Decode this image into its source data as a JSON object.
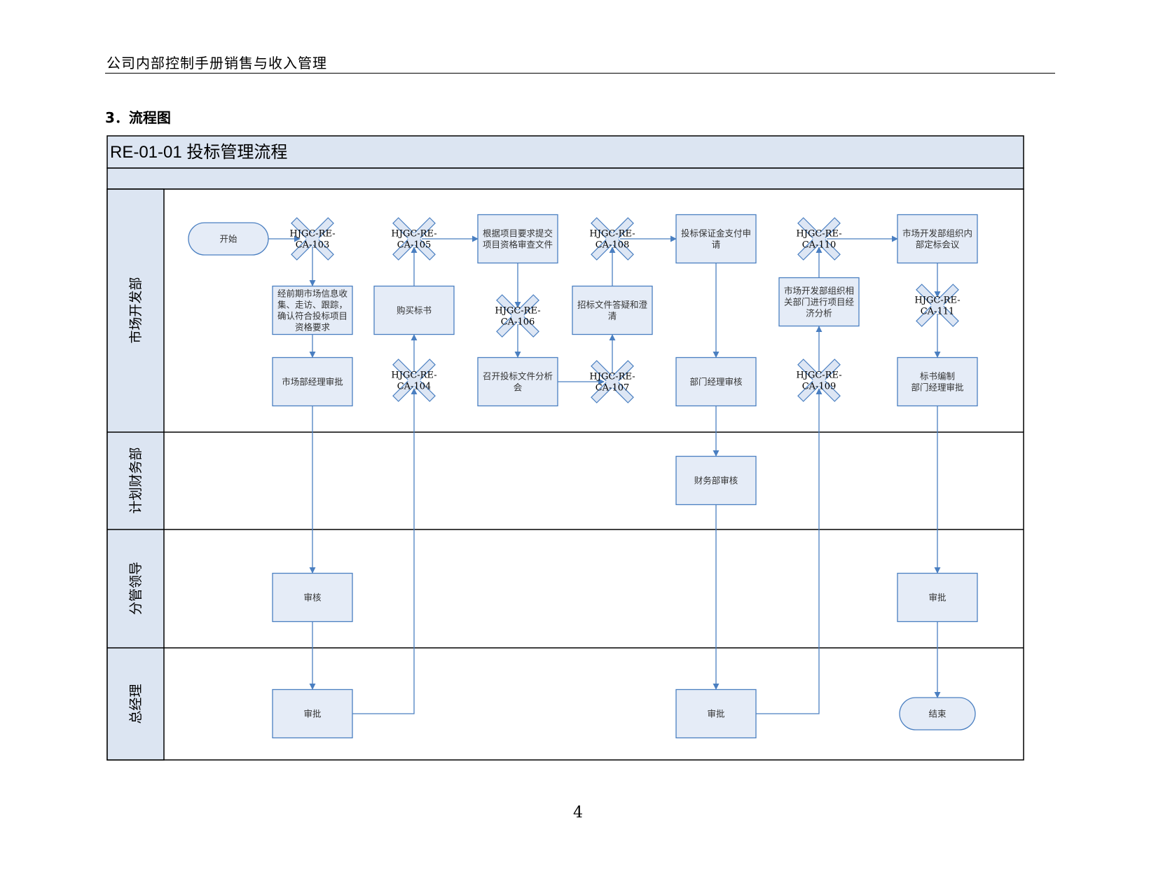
{
  "header": {
    "running_title": "公司内部控制手册销售与收入管理",
    "section_heading": "3．流程图",
    "page_number": "4"
  },
  "diagram": {
    "title": "RE-01-01 投标管理流程",
    "lanes": [
      {
        "id": "market",
        "label": "市场开发部"
      },
      {
        "id": "finance",
        "label": "计划财务部"
      },
      {
        "id": "leader",
        "label": "分管领导"
      },
      {
        "id": "gm",
        "label": "总经理"
      }
    ],
    "nodes": [
      {
        "id": "start",
        "type": "terminal",
        "lane": "market",
        "lines": [
          "开始"
        ]
      },
      {
        "id": "c103",
        "type": "control",
        "lane": "market",
        "lines": [
          "HJGC-RE-",
          "CA-103"
        ]
      },
      {
        "id": "collect",
        "type": "process",
        "lane": "market",
        "lines": [
          "经前期市场信息收",
          "集、走访、跟踪，",
          "确认符合投标项目",
          "资格要求"
        ]
      },
      {
        "id": "mkt_mgr",
        "type": "process",
        "lane": "market",
        "lines": [
          "市场部经理审批"
        ]
      },
      {
        "id": "leader_review",
        "type": "process",
        "lane": "leader",
        "lines": [
          "审核"
        ]
      },
      {
        "id": "gm_approve1",
        "type": "process",
        "lane": "gm",
        "lines": [
          "审批"
        ]
      },
      {
        "id": "c104",
        "type": "control",
        "lane": "market",
        "lines": [
          "HJGC-RE-",
          "CA-104"
        ]
      },
      {
        "id": "buy",
        "type": "process",
        "lane": "market",
        "lines": [
          "购买标书"
        ]
      },
      {
        "id": "c105",
        "type": "control",
        "lane": "market",
        "lines": [
          "HJGC-RE-",
          "CA-105"
        ]
      },
      {
        "id": "submit",
        "type": "process",
        "lane": "market",
        "lines": [
          "根据项目要求提交",
          "项目资格审查文件"
        ]
      },
      {
        "id": "c106",
        "type": "control",
        "lane": "market",
        "lines": [
          "HJGC-RE-",
          "CA-106"
        ]
      },
      {
        "id": "meeting",
        "type": "process",
        "lane": "market",
        "lines": [
          "召开投标文件分析",
          "会"
        ]
      },
      {
        "id": "c107",
        "type": "control",
        "lane": "market",
        "lines": [
          "HJGC-RE-",
          "CA-107"
        ]
      },
      {
        "id": "clarify",
        "type": "process",
        "lane": "market",
        "lines": [
          "招标文件答疑和澄",
          "清"
        ]
      },
      {
        "id": "c108",
        "type": "control",
        "lane": "market",
        "lines": [
          "HJGC-RE-",
          "CA-108"
        ]
      },
      {
        "id": "deposit",
        "type": "process",
        "lane": "market",
        "lines": [
          "投标保证金支付申",
          "请"
        ]
      },
      {
        "id": "dept_mgr",
        "type": "process",
        "lane": "market",
        "lines": [
          "部门经理审核"
        ]
      },
      {
        "id": "fin_review",
        "type": "process",
        "lane": "finance",
        "lines": [
          "财务部审核"
        ]
      },
      {
        "id": "gm_approve2",
        "type": "process",
        "lane": "gm",
        "lines": [
          "审批"
        ]
      },
      {
        "id": "c109",
        "type": "control",
        "lane": "market",
        "lines": [
          "HJGC-RE-",
          "CA-109"
        ]
      },
      {
        "id": "econ",
        "type": "process",
        "lane": "market",
        "lines": [
          "市场开发部组织相",
          "关部门进行项目经",
          "济分析"
        ]
      },
      {
        "id": "c110",
        "type": "control",
        "lane": "market",
        "lines": [
          "HJGC-RE-",
          "CA-110"
        ]
      },
      {
        "id": "pricing",
        "type": "process",
        "lane": "market",
        "lines": [
          "市场开发部组织内",
          "部定标会议"
        ]
      },
      {
        "id": "c111",
        "type": "control",
        "lane": "market",
        "lines": [
          "HJGC-RE-",
          "CA-111"
        ]
      },
      {
        "id": "compile",
        "type": "process",
        "lane": "market",
        "lines": [
          "标书编制",
          "部门经理审批"
        ]
      },
      {
        "id": "leader_approve",
        "type": "process",
        "lane": "leader",
        "lines": [
          "审批"
        ]
      },
      {
        "id": "end",
        "type": "terminal",
        "lane": "gm",
        "lines": [
          "结束"
        ]
      }
    ],
    "edges": [
      [
        "start",
        "c103"
      ],
      [
        "c103",
        "collect"
      ],
      [
        "collect",
        "mkt_mgr"
      ],
      [
        "mkt_mgr",
        "leader_review"
      ],
      [
        "leader_review",
        "gm_approve1"
      ],
      [
        "gm_approve1",
        "c104"
      ],
      [
        "c104",
        "buy"
      ],
      [
        "buy",
        "c105"
      ],
      [
        "c105",
        "submit"
      ],
      [
        "submit",
        "c106"
      ],
      [
        "c106",
        "meeting"
      ],
      [
        "meeting",
        "c107"
      ],
      [
        "c107",
        "clarify"
      ],
      [
        "clarify",
        "c108"
      ],
      [
        "c108",
        "deposit"
      ],
      [
        "deposit",
        "dept_mgr"
      ],
      [
        "dept_mgr",
        "fin_review"
      ],
      [
        "fin_review",
        "gm_approve2"
      ],
      [
        "gm_approve2",
        "c109"
      ],
      [
        "c109",
        "econ"
      ],
      [
        "econ",
        "c110"
      ],
      [
        "c110",
        "pricing"
      ],
      [
        "pricing",
        "c111"
      ],
      [
        "c111",
        "compile"
      ],
      [
        "compile",
        "leader_approve"
      ],
      [
        "leader_approve",
        "end"
      ]
    ],
    "colors": {
      "lane_header_fill": "#dce5f2",
      "box_fill": "#e5ecf7",
      "box_stroke": "#4a7fc1",
      "arrow": "#4a7fc1",
      "control_fill": "#dde6f4"
    }
  }
}
